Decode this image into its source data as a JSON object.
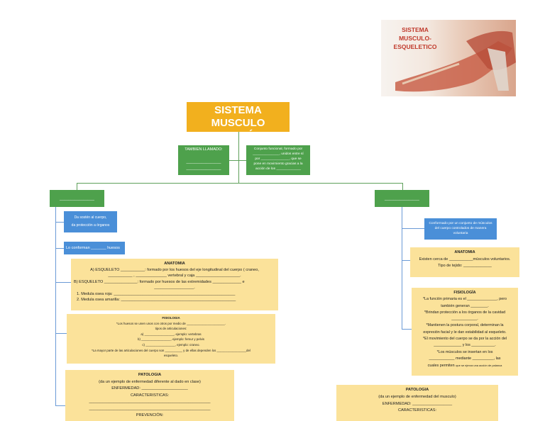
{
  "image_label": {
    "line1": "SISTEMA",
    "line2": "MUSCULO-",
    "line3": "ESQUELETICO"
  },
  "title": {
    "line1": "SISTEMA MUSCULO",
    "line2": "- ESQUELÉTICO"
  },
  "tambien": {
    "label": "TAMBIEN LLAMADO:",
    "blank1": "________________",
    "blank2": "________________"
  },
  "conjunto": {
    "l1": "Conjunto funcional, formado por",
    "l2": "______________, unidos entre sí",
    "l3": "por _______________, que se",
    "l4": "pone en movimiento gracias a la",
    "l5": "acción de los _____________"
  },
  "left_branch": {
    "label": "________________"
  },
  "right_branch": {
    "label": "________________"
  },
  "sostien": {
    "l1": "Da sostén al cuerpo,",
    "l2": "da protección a órganos"
  },
  "conforman": {
    "text": "Lo conforman _______ huesos"
  },
  "anatomia_left": {
    "title": "ANATOMIA",
    "a1": "A) ESQUELETO ___________: formado por los huesos del eje longitudinal del cuerpo ( craneo,",
    "a2": "___________ , ______________ vertebral y caja ____________________.",
    "b1": "B) ESQUELETO _______________: formado por huesos de las extremidades _____________ e",
    "b2": "__________________.",
    "m1": "1. Medula osea roja: _______________________________________________________",
    "m2": "2. Medula osea amarilla: ____________________________________________________"
  },
  "fisiologia_left": {
    "title": "FISIOLOGIA",
    "l1": "*Los huesos se unen unos con otros por medio de ______________________.",
    "l2": "tipos de articulaciones:",
    "l3": "a) _________________, ejemplo: vertebras",
    "l4": "b) _________________, ejemplo: femur y pelvis",
    "l5": "c) _________________, ejemplo: craneo.",
    "l6": "*La mayor parte de las articulaciones del cuerpo son __________ y de ellas dependen los _________________del",
    "l7": "esqueleto."
  },
  "patologia_left": {
    "title": "PATOLOGIA",
    "l1": "(da un ejemplo de enfermedad diferente al dado en clase)",
    "l2": "ENFERMEDAD: _____________________",
    "l3": "CARACTERISTICAS:",
    "l4": "_______________________________________________________",
    "l5": "_______________________________________________________",
    "l6": "PREVENCIÓN:"
  },
  "conformado": {
    "l1": "Conformado por un conjunto de músculos",
    "l2": "del cuerpo controlados de manera",
    "l3": "voluntaria"
  },
  "anatomia_right": {
    "title": "ANATOMIA",
    "l1": "Existen cerca de ___________músculos voluntarios.",
    "l2": "Tipo de tejido: _____________"
  },
  "fisiologia_right": {
    "title": "FISIOLOGÍA",
    "l1": "*La función primaria es el ______________, pero",
    "l2": "también generan ________.",
    "l3": "*Brindan protección a los órganos de la cavidad",
    "l4": "____________.",
    "l5": "*Mantienen la postura corporal, determinan la",
    "l6": "expresión facial y le dan estabilidad al esqueleto.",
    "l7": "*El movimiento del cuerpo se da por la acción del",
    "l8": "_____________ y los ___________.",
    "l9": "*Los músculos se insertan en los",
    "l10": "____________ mediante __________, las",
    "l11a": "cuales permiten",
    "l11b": "que se ejerza una acción de palanca"
  },
  "patologia_right": {
    "title": "PATOLOGIA",
    "l1": "(da un ejemplo de enfermedad del musculo)",
    "l2": "ENFERMEDAD: __________________",
    "l3": "CARACTERISTICAS:"
  }
}
